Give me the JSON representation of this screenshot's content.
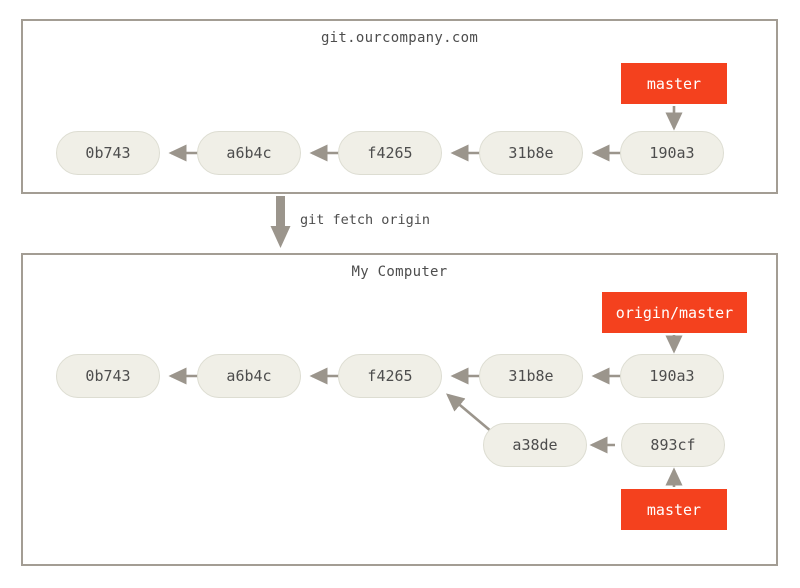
{
  "diagram": {
    "type": "git-graph",
    "description": "git fetch origin diagram",
    "colors": {
      "branch_label_bg": "#f4411e",
      "branch_label_text": "#ffffff",
      "commit_bg": "#f0efe7",
      "commit_border": "#ddddd2",
      "commit_text": "#4d4d4d",
      "panel_border": "#a39d94",
      "arrow": "#9b958c",
      "background": "#ffffff"
    }
  },
  "panels": [
    {
      "id": "remote",
      "title": "git.ourcompany.com",
      "commits": [
        "0b743",
        "a6b4c",
        "f4265",
        "31b8e",
        "190a3"
      ],
      "branches": [
        {
          "label": "master",
          "points_to": "190a3"
        }
      ]
    },
    {
      "id": "local",
      "title": "My Computer",
      "commits": [
        "0b743",
        "a6b4c",
        "f4265",
        "31b8e",
        "190a3",
        "a38de",
        "893cf"
      ],
      "branches": [
        {
          "label": "origin/master",
          "points_to": "190a3"
        },
        {
          "label": "master",
          "points_to": "893cf"
        }
      ]
    }
  ],
  "transition": {
    "label": "git fetch origin",
    "direction": "down"
  },
  "commits": {
    "remote": {
      "c1": "0b743",
      "c2": "a6b4c",
      "c3": "f4265",
      "c4": "31b8e",
      "c5": "190a3"
    },
    "local": {
      "c1": "0b743",
      "c2": "a6b4c",
      "c3": "f4265",
      "c4": "31b8e",
      "c5": "190a3",
      "c6": "a38de",
      "c7": "893cf"
    }
  },
  "labels": {
    "remote_master": "master",
    "origin_master": "origin/master",
    "local_master": "master"
  }
}
